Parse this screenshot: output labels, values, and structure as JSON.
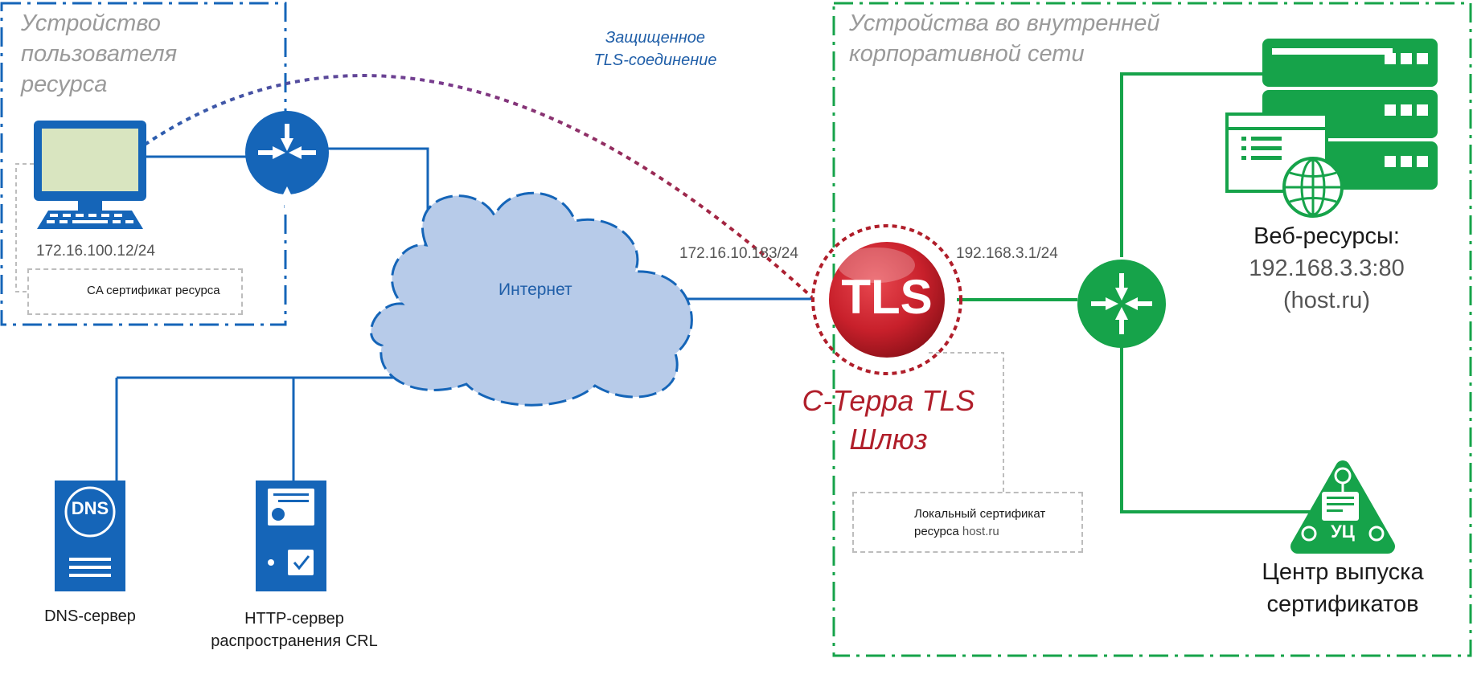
{
  "zones": {
    "user": {
      "title_lines": [
        "Устройство",
        "пользователя",
        "ресурса"
      ],
      "color": "#1565b8"
    },
    "corporate": {
      "title_lines": [
        "Устройства во внутренней",
        "корпоративной сети"
      ],
      "color": "#16a34a"
    }
  },
  "secure_link": {
    "label_lines": [
      "Защищенное",
      "TLS-соединение"
    ]
  },
  "pc": {
    "ip": "172.16.100.12/24"
  },
  "ca_cert": {
    "label": "CA сертификат ресурса"
  },
  "internet": {
    "label": "Интернет"
  },
  "gateway": {
    "logo_text": "TLS",
    "outer_ip": "172.16.10.183/24",
    "inner_ip": "192.168.3.1/24",
    "caption_lines": [
      "С-Терра TLS",
      "Шлюз"
    ]
  },
  "local_cert": {
    "label_line1": "Локальный сертификат",
    "label_line2_prefix": "ресурса ",
    "label_line2_host": "host.ru"
  },
  "dns_server": {
    "icon_text": "DNS",
    "label": "DNS-сервер"
  },
  "crl_server": {
    "label_lines": [
      "HTTP-сервер",
      "распространения CRL"
    ]
  },
  "web_resources": {
    "label": "Веб-ресурсы:",
    "address": "192.168.3.3:80",
    "host": "(host.ru)"
  },
  "ca_center": {
    "icon_text": "УЦ",
    "label_lines": [
      "Центр выпуска",
      "сертификатов"
    ]
  },
  "colors": {
    "blue": "#1565b8",
    "green": "#16a34a",
    "red": "#b01e2a",
    "cloud": "#b7cbe9"
  }
}
